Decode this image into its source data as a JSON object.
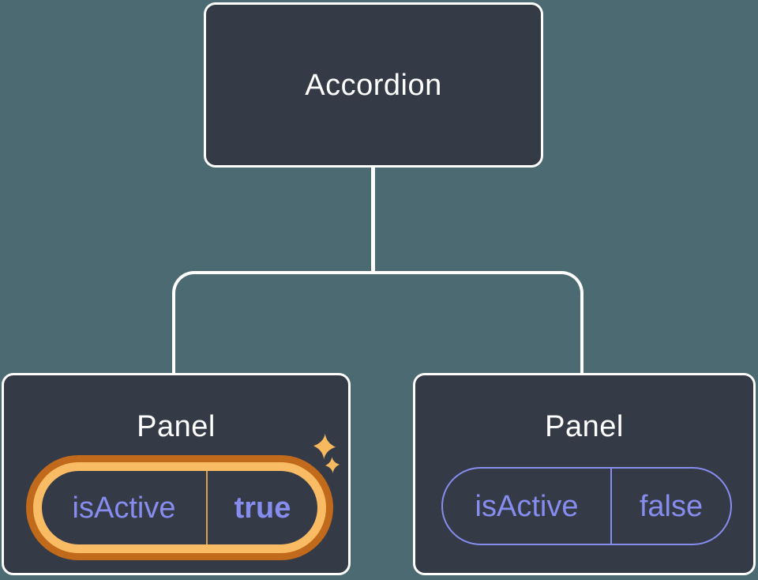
{
  "tree": {
    "root": {
      "label": "Accordion"
    },
    "panels": [
      {
        "label": "Panel",
        "state": {
          "key": "isActive",
          "value": "true"
        },
        "highlighted": true
      },
      {
        "label": "Panel",
        "state": {
          "key": "isActive",
          "value": "false"
        },
        "highlighted": false
      }
    ]
  },
  "icons": {
    "sparkle_large": "four-point-star",
    "sparkle_small": "four-point-star"
  },
  "colors": {
    "background": "#4C6A71",
    "node_fill": "#343A46",
    "node_border": "#FFFFFF",
    "connector": "#FFFFFF",
    "state_text": "#868DEE",
    "pill_border": "#868DEE",
    "highlight_ring_outer": "#C16A1C",
    "highlight_ring_inner": "#F9BC64",
    "highlight_divider": "#DDA04E",
    "sparkle": "#F6B95E"
  }
}
